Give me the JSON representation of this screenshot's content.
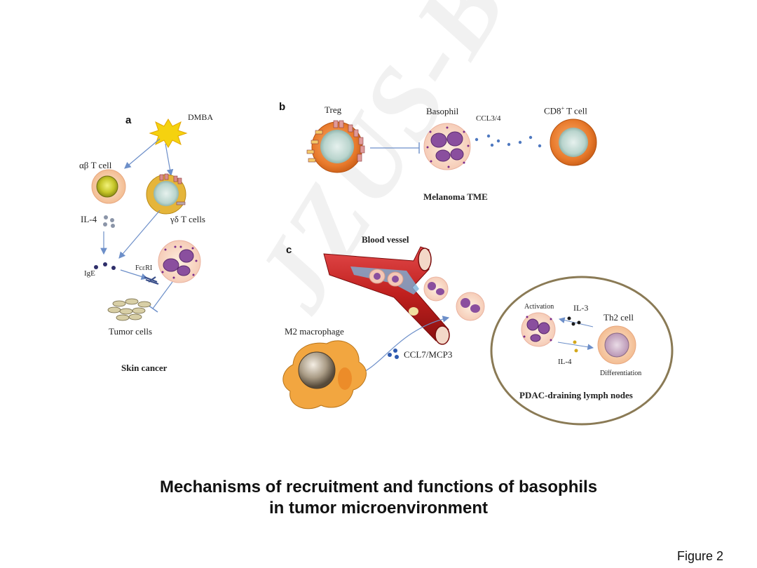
{
  "watermark": "JZUS-B",
  "panel_a": {
    "letter": "a",
    "dmba": "DMBA",
    "ab_t_cell": "αβ T cell",
    "il4": "IL-4",
    "gd_t_cells": "γδ T cells",
    "ige": "IgE",
    "fceri": "FcεRI",
    "tumor_cells": "Tumor cells",
    "caption": "Skin cancer"
  },
  "panel_b": {
    "letter": "b",
    "treg": "Treg",
    "basophil": "Basophil",
    "ccl34": "CCL3/4",
    "cd8_prefix": "CD8",
    "cd8_sup": "+",
    "cd8_suffix": " T cell",
    "caption": "Melanoma TME"
  },
  "panel_c": {
    "letter": "c",
    "blood_vessel": "Blood vessel",
    "m2_macrophage": "M2 macrophage",
    "ccl7": "CCL7/MCP3",
    "activation": "Activation",
    "il3": "IL-3",
    "th2_cell": "Th2 cell",
    "il4": "IL-4",
    "differentiation": "Differentiation",
    "lymph_caption": "PDAC-draining lymph nodes"
  },
  "title_line1": "Mechanisms of recruitment and functions of basophils",
  "title_line2": "in tumor microenvironment",
  "figure_label": "Figure 2",
  "colors": {
    "arrow": "#6d8fc9",
    "vessel": "#c0201e",
    "lymph_border": "#8a7a55",
    "basophil_granule": "#7a2a8a"
  }
}
